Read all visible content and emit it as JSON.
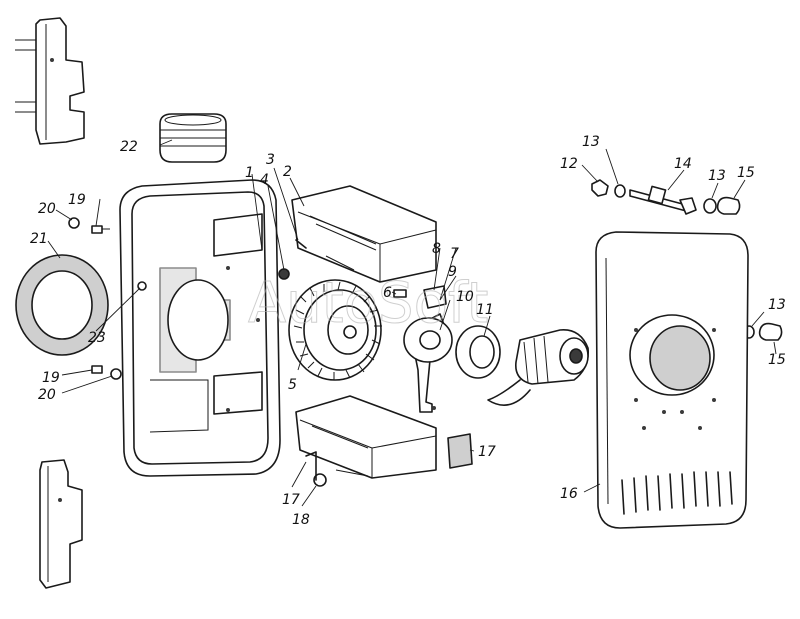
{
  "watermark": "AutoSoft",
  "callouts": [
    {
      "id": "c1",
      "label": "1"
    },
    {
      "id": "c2",
      "label": "2"
    },
    {
      "id": "c3",
      "label": "3"
    },
    {
      "id": "c4",
      "label": "4"
    },
    {
      "id": "c5",
      "label": "5"
    },
    {
      "id": "c6",
      "label": "6"
    },
    {
      "id": "c7",
      "label": "7"
    },
    {
      "id": "c8",
      "label": "8"
    },
    {
      "id": "c9",
      "label": "9"
    },
    {
      "id": "c10",
      "label": "10"
    },
    {
      "id": "c11",
      "label": "11"
    },
    {
      "id": "c12",
      "label": "12"
    },
    {
      "id": "c13a",
      "label": "13"
    },
    {
      "id": "c13b",
      "label": "13"
    },
    {
      "id": "c13c",
      "label": "13"
    },
    {
      "id": "c14",
      "label": "14"
    },
    {
      "id": "c15a",
      "label": "15"
    },
    {
      "id": "c15b",
      "label": "15"
    },
    {
      "id": "c16",
      "label": "16"
    },
    {
      "id": "c17a",
      "label": "17"
    },
    {
      "id": "c17b",
      "label": "17"
    },
    {
      "id": "c18",
      "label": "18"
    },
    {
      "id": "c19a",
      "label": "19"
    },
    {
      "id": "c19b",
      "label": "19"
    },
    {
      "id": "c20a",
      "label": "20"
    },
    {
      "id": "c20b",
      "label": "20"
    },
    {
      "id": "c21",
      "label": "21"
    },
    {
      "id": "c22",
      "label": "22"
    },
    {
      "id": "c23",
      "label": "23"
    }
  ]
}
